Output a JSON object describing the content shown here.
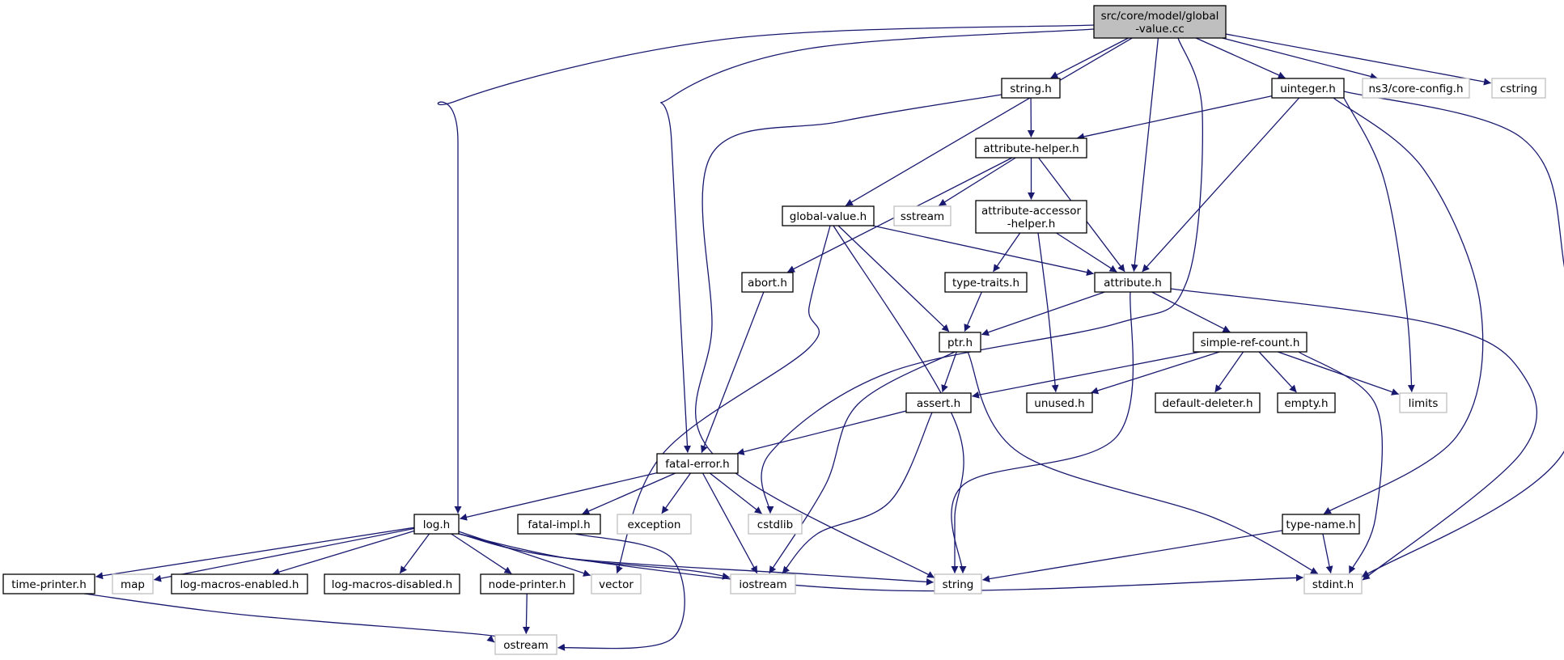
{
  "diagram": {
    "type": "include-dependency-graph",
    "colors": {
      "edge": "#191970",
      "root_fill": "#bfbfbf",
      "file_border": "#000000",
      "external_border": "#bfbfbf"
    },
    "nodes": [
      {
        "id": "root",
        "lines": [
          "src/core/model/global",
          "-value.cc"
        ],
        "kind": "root"
      },
      {
        "id": "string_h",
        "lines": [
          "string.h"
        ],
        "kind": "file"
      },
      {
        "id": "uinteger_h",
        "lines": [
          "uinteger.h"
        ],
        "kind": "file"
      },
      {
        "id": "core_config_h",
        "lines": [
          "ns3/core-config.h"
        ],
        "kind": "external"
      },
      {
        "id": "cstring",
        "lines": [
          "cstring"
        ],
        "kind": "external"
      },
      {
        "id": "attribute_helper_h",
        "lines": [
          "attribute-helper.h"
        ],
        "kind": "file"
      },
      {
        "id": "global_value_h",
        "lines": [
          "global-value.h"
        ],
        "kind": "file"
      },
      {
        "id": "sstream",
        "lines": [
          "sstream"
        ],
        "kind": "external"
      },
      {
        "id": "attribute_accessor_helper_h",
        "lines": [
          "attribute-accessor",
          "-helper.h"
        ],
        "kind": "file"
      },
      {
        "id": "abort_h",
        "lines": [
          "abort.h"
        ],
        "kind": "file"
      },
      {
        "id": "type_traits_h",
        "lines": [
          "type-traits.h"
        ],
        "kind": "file"
      },
      {
        "id": "attribute_h",
        "lines": [
          "attribute.h"
        ],
        "kind": "file"
      },
      {
        "id": "ptr_h",
        "lines": [
          "ptr.h"
        ],
        "kind": "file"
      },
      {
        "id": "simple_ref_count_h",
        "lines": [
          "simple-ref-count.h"
        ],
        "kind": "file"
      },
      {
        "id": "assert_h",
        "lines": [
          "assert.h"
        ],
        "kind": "file"
      },
      {
        "id": "unused_h",
        "lines": [
          "unused.h"
        ],
        "kind": "file"
      },
      {
        "id": "default_deleter_h",
        "lines": [
          "default-deleter.h"
        ],
        "kind": "file"
      },
      {
        "id": "empty_h",
        "lines": [
          "empty.h"
        ],
        "kind": "file"
      },
      {
        "id": "limits",
        "lines": [
          "limits"
        ],
        "kind": "external"
      },
      {
        "id": "fatal_error_h",
        "lines": [
          "fatal-error.h"
        ],
        "kind": "file"
      },
      {
        "id": "log_h",
        "lines": [
          "log.h"
        ],
        "kind": "file"
      },
      {
        "id": "fatal_impl_h",
        "lines": [
          "fatal-impl.h"
        ],
        "kind": "file"
      },
      {
        "id": "exception",
        "lines": [
          "exception"
        ],
        "kind": "external"
      },
      {
        "id": "cstdlib",
        "lines": [
          "cstdlib"
        ],
        "kind": "external"
      },
      {
        "id": "type_name_h",
        "lines": [
          "type-name.h"
        ],
        "kind": "file"
      },
      {
        "id": "time_printer_h",
        "lines": [
          "time-printer.h"
        ],
        "kind": "file"
      },
      {
        "id": "map",
        "lines": [
          "map"
        ],
        "kind": "external"
      },
      {
        "id": "log_macros_enabled_h",
        "lines": [
          "log-macros-enabled.h"
        ],
        "kind": "file"
      },
      {
        "id": "log_macros_disabled_h",
        "lines": [
          "log-macros-disabled.h"
        ],
        "kind": "file"
      },
      {
        "id": "node_printer_h",
        "lines": [
          "node-printer.h"
        ],
        "kind": "file"
      },
      {
        "id": "vector",
        "lines": [
          "vector"
        ],
        "kind": "external"
      },
      {
        "id": "iostream",
        "lines": [
          "iostream"
        ],
        "kind": "external"
      },
      {
        "id": "string",
        "lines": [
          "string"
        ],
        "kind": "external"
      },
      {
        "id": "stdint_h",
        "lines": [
          "stdint.h"
        ],
        "kind": "external"
      },
      {
        "id": "ostream",
        "lines": [
          "ostream"
        ],
        "kind": "external"
      }
    ],
    "edges": [
      [
        "root",
        "log_h"
      ],
      [
        "root",
        "fatal_error_h"
      ],
      [
        "root",
        "global_value_h"
      ],
      [
        "root",
        "string_h"
      ],
      [
        "root",
        "attribute_h"
      ],
      [
        "root",
        "cstdlib"
      ],
      [
        "root",
        "uinteger_h"
      ],
      [
        "root",
        "core_config_h"
      ],
      [
        "root",
        "cstring"
      ],
      [
        "string_h",
        "attribute_helper_h"
      ],
      [
        "string_h",
        "string"
      ],
      [
        "uinteger_h",
        "attribute_helper_h"
      ],
      [
        "uinteger_h",
        "attribute_h"
      ],
      [
        "uinteger_h",
        "limits"
      ],
      [
        "uinteger_h",
        "type_name_h"
      ],
      [
        "uinteger_h",
        "stdint_h"
      ],
      [
        "attribute_helper_h",
        "abort_h"
      ],
      [
        "attribute_helper_h",
        "sstream"
      ],
      [
        "attribute_helper_h",
        "attribute_accessor_helper_h"
      ],
      [
        "attribute_helper_h",
        "attribute_h"
      ],
      [
        "global_value_h",
        "attribute_h"
      ],
      [
        "global_value_h",
        "ptr_h"
      ],
      [
        "global_value_h",
        "vector"
      ],
      [
        "global_value_h",
        "string"
      ],
      [
        "attribute_accessor_helper_h",
        "type_traits_h"
      ],
      [
        "attribute_accessor_helper_h",
        "attribute_h"
      ],
      [
        "attribute_accessor_helper_h",
        "unused_h"
      ],
      [
        "abort_h",
        "fatal_error_h"
      ],
      [
        "type_traits_h",
        "ptr_h"
      ],
      [
        "attribute_h",
        "ptr_h"
      ],
      [
        "attribute_h",
        "simple_ref_count_h"
      ],
      [
        "attribute_h",
        "string"
      ],
      [
        "attribute_h",
        "stdint_h"
      ],
      [
        "ptr_h",
        "assert_h"
      ],
      [
        "ptr_h",
        "iostream"
      ],
      [
        "ptr_h",
        "stdint_h"
      ],
      [
        "simple_ref_count_h",
        "assert_h"
      ],
      [
        "simple_ref_count_h",
        "unused_h"
      ],
      [
        "simple_ref_count_h",
        "default_deleter_h"
      ],
      [
        "simple_ref_count_h",
        "empty_h"
      ],
      [
        "simple_ref_count_h",
        "limits"
      ],
      [
        "simple_ref_count_h",
        "stdint_h"
      ],
      [
        "assert_h",
        "fatal_error_h"
      ],
      [
        "assert_h",
        "iostream"
      ],
      [
        "fatal_error_h",
        "log_h"
      ],
      [
        "fatal_error_h",
        "fatal_impl_h"
      ],
      [
        "fatal_error_h",
        "exception"
      ],
      [
        "fatal_error_h",
        "cstdlib"
      ],
      [
        "fatal_error_h",
        "iostream"
      ],
      [
        "fatal_impl_h",
        "ostream"
      ],
      [
        "log_h",
        "time_printer_h"
      ],
      [
        "log_h",
        "map"
      ],
      [
        "log_h",
        "log_macros_enabled_h"
      ],
      [
        "log_h",
        "log_macros_disabled_h"
      ],
      [
        "log_h",
        "node_printer_h"
      ],
      [
        "log_h",
        "vector"
      ],
      [
        "log_h",
        "iostream"
      ],
      [
        "log_h",
        "string"
      ],
      [
        "log_h",
        "stdint_h"
      ],
      [
        "type_name_h",
        "string"
      ],
      [
        "type_name_h",
        "stdint_h"
      ],
      [
        "time_printer_h",
        "ostream"
      ],
      [
        "node_printer_h",
        "ostream"
      ]
    ]
  }
}
